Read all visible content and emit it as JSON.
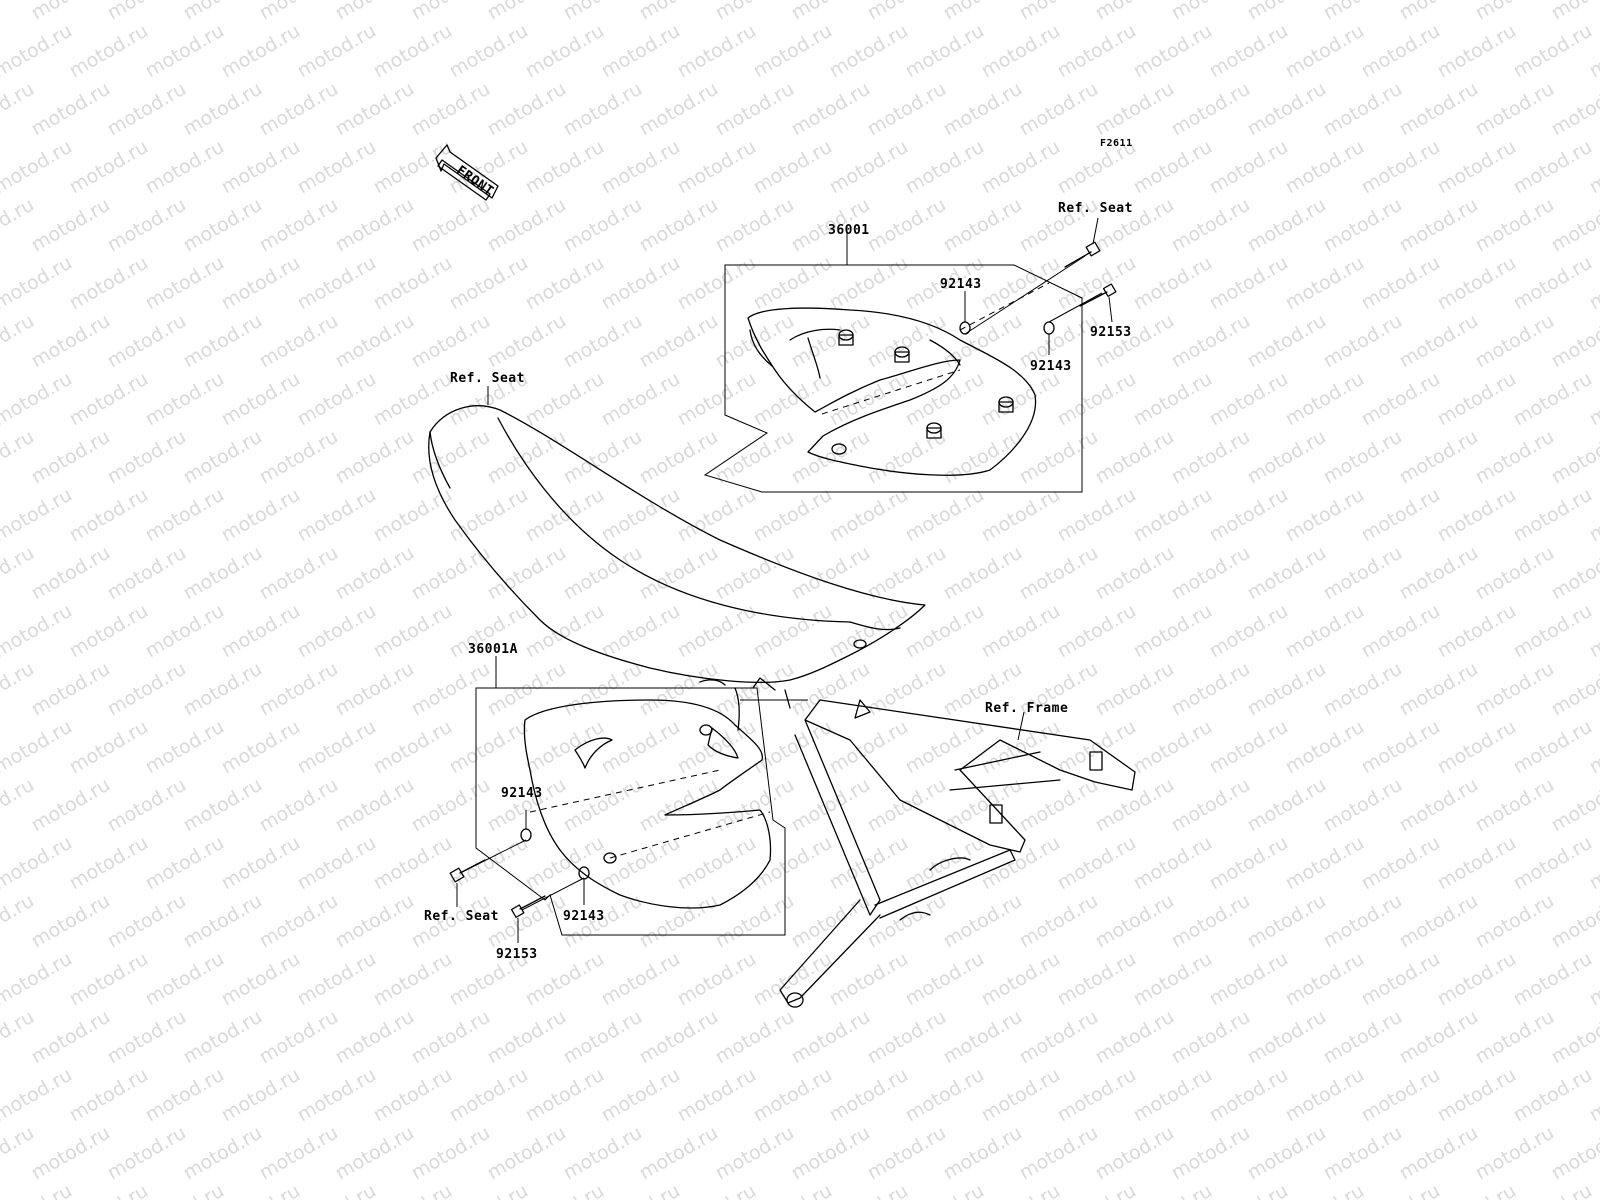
{
  "diagram": {
    "code": "F2611",
    "front_arrow": "FRONT",
    "labels": {
      "top_ref_seat": "Ref. Seat",
      "cover_right": "36001",
      "washer_right_a": "92143",
      "washer_right_b": "92143",
      "bolt_right": "92153",
      "seat": "Ref. Seat",
      "cover_left": "36001A",
      "frame": "Ref. Frame",
      "washer_left_a": "92143",
      "washer_left_b": "92143",
      "bottom_ref_seat": "Ref. Seat",
      "bolt_left": "92153"
    },
    "watermark": "motod.ru"
  }
}
